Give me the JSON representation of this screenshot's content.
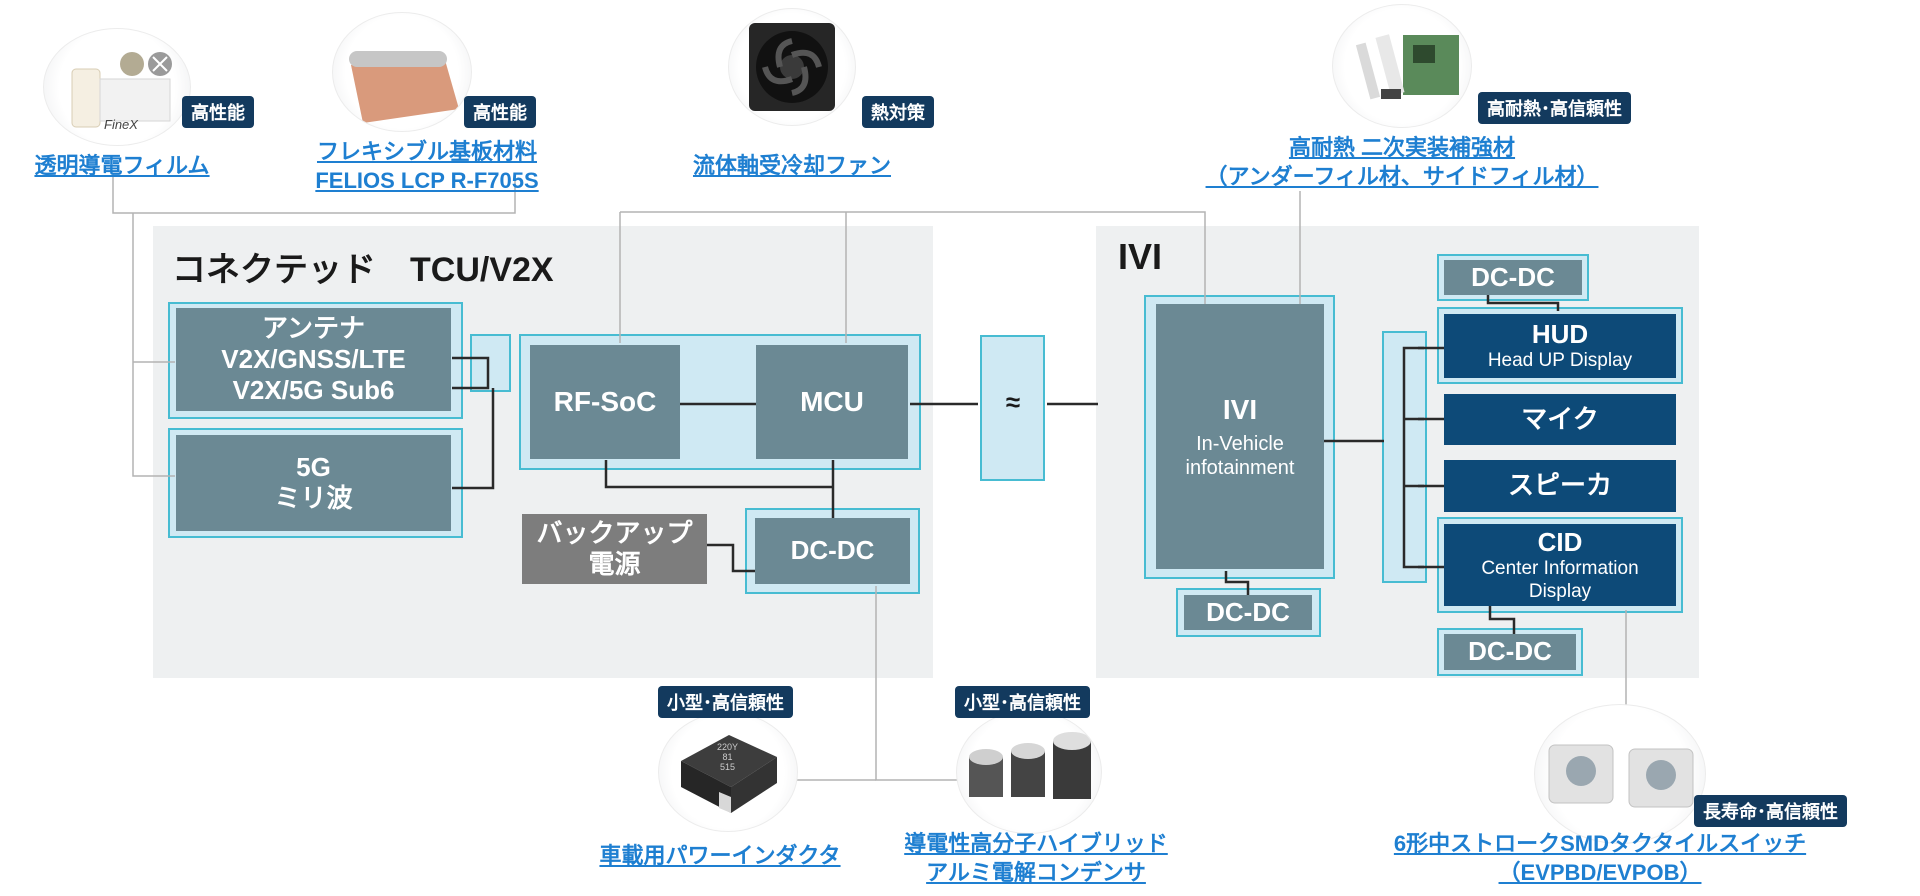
{
  "panels": {
    "tcu": {
      "title": "コネクテッド　TCU/V2X"
    },
    "ivi": {
      "title": "IVI"
    }
  },
  "blocks": {
    "antenna": {
      "lines": [
        "アンテナ",
        "V2X/GNSS/LTE",
        "V2X/5G Sub6"
      ]
    },
    "g5": {
      "lines": [
        "5G",
        "ミリ波"
      ]
    },
    "rfsoc": {
      "label": "RF-SoC"
    },
    "mcu": {
      "label": "MCU"
    },
    "tcu_dcdc": {
      "label": "DC-DC"
    },
    "backup": {
      "lines": [
        "バックアップ",
        "電源"
      ]
    },
    "link": {
      "label": "≈"
    },
    "ivi": {
      "title": "IVI",
      "subtitle": [
        "In-Vehicle",
        "infotainment"
      ]
    },
    "ivi_dcdc": {
      "label": "DC-DC"
    },
    "hud_dcdc": {
      "label": "DC-DC"
    },
    "hud": {
      "title": "HUD",
      "subtitle": "Head UP Display"
    },
    "mic": {
      "label": "マイク"
    },
    "speaker": {
      "label": "スピーカ"
    },
    "cid": {
      "title": "CID",
      "subtitle": [
        "Center Information",
        "Display"
      ]
    },
    "cid_dcdc": {
      "label": "DC-DC"
    }
  },
  "products": {
    "film": {
      "lines": [
        "透明導電フィルム"
      ],
      "badge": "高性能",
      "photo_text": "FineX"
    },
    "felios": {
      "lines": [
        "フレキシブル基板材料",
        "FELIOS LCP R-F705S"
      ],
      "badge": "高性能"
    },
    "fan": {
      "lines": [
        "流体軸受冷却ファン"
      ],
      "badge": "熱対策"
    },
    "underfill": {
      "lines": [
        "高耐熱 二次実装補強材",
        "（アンダーフィル材、サイドフィル材）"
      ],
      "badge": "高耐熱･高信頼性"
    },
    "inductor": {
      "lines": [
        "車載用パワーインダクタ"
      ],
      "badge": "小型･高信頼性",
      "photo_text": [
        "220Y",
        "81",
        "515"
      ]
    },
    "capacitor": {
      "lines": [
        "導電性高分子ハイブリッド",
        "アルミ電解コンデンサ"
      ],
      "badge": "小型･高信頼性"
    },
    "switch": {
      "lines": [
        "6形中ストロークSMDタクタイルスイッチ",
        "（EVPBD/EVPOB）"
      ],
      "badge": "長寿命･高信頼性"
    }
  },
  "colors": {
    "panel": "#eef0f1",
    "frame_border": "#47bcd2",
    "frame_fill": "#cfe9f3",
    "block": "#6b8994",
    "navy": "#0d4a78",
    "gray": "#7d7d7d",
    "link": "#1e7fd1",
    "badge": "#133a5e"
  }
}
